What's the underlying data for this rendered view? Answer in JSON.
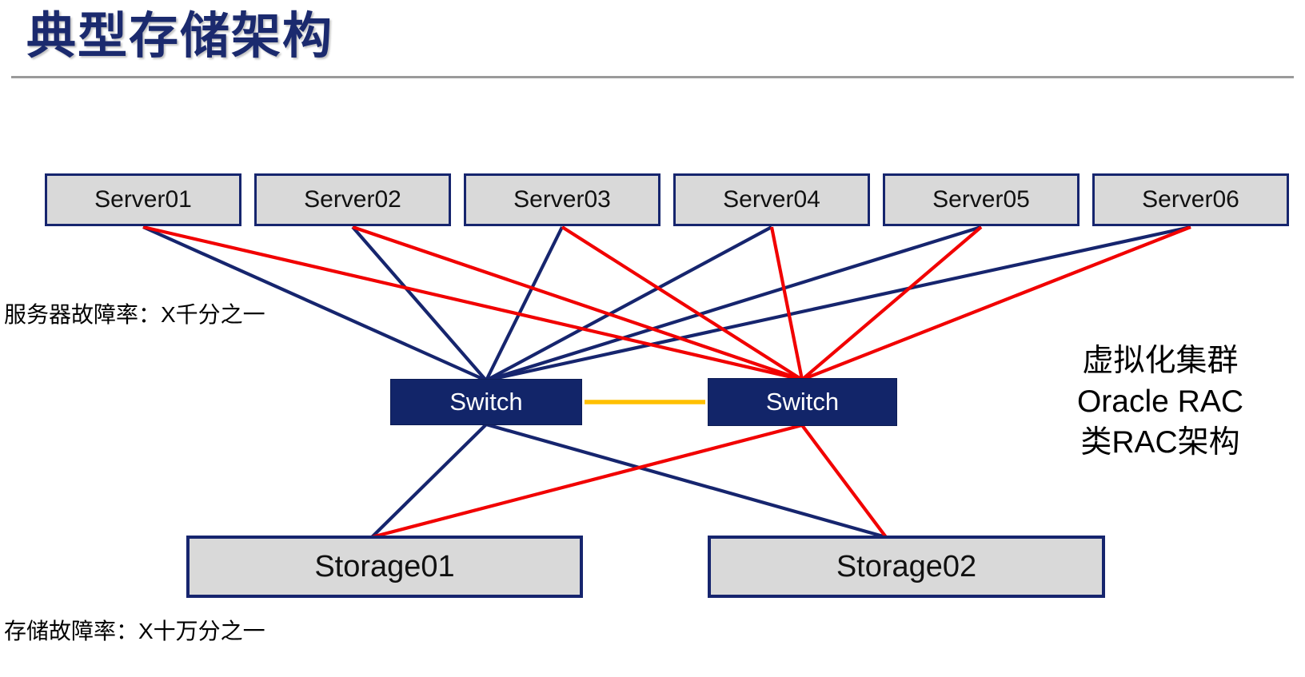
{
  "title": "典型存储架构",
  "annotations": {
    "server_failure_rate": "服务器故障率：X千分之一",
    "storage_failure_rate": "存储故障率：X十万分之一",
    "cluster_note_lines": [
      "虚拟化集群",
      "Oracle RAC",
      "类RAC架构"
    ]
  },
  "nodes": {
    "servers": [
      {
        "id": "server1",
        "label": "Server01"
      },
      {
        "id": "server2",
        "label": "Server02"
      },
      {
        "id": "server3",
        "label": "Server03"
      },
      {
        "id": "server4",
        "label": "Server04"
      },
      {
        "id": "server5",
        "label": "Server05"
      },
      {
        "id": "server6",
        "label": "Server06"
      }
    ],
    "switches": [
      {
        "id": "switchL",
        "label": "Switch"
      },
      {
        "id": "switchR",
        "label": "Switch"
      }
    ],
    "storages": [
      {
        "id": "storage1",
        "label": "Storage01"
      },
      {
        "id": "storage2",
        "label": "Storage02"
      }
    ]
  },
  "links": [
    {
      "from": "server1",
      "to": "switchL",
      "color": "navy"
    },
    {
      "from": "server2",
      "to": "switchL",
      "color": "navy"
    },
    {
      "from": "server3",
      "to": "switchL",
      "color": "navy"
    },
    {
      "from": "server4",
      "to": "switchL",
      "color": "navy"
    },
    {
      "from": "server5",
      "to": "switchL",
      "color": "navy"
    },
    {
      "from": "server6",
      "to": "switchL",
      "color": "navy"
    },
    {
      "from": "switchL",
      "to": "storage1",
      "color": "navy"
    },
    {
      "from": "switchL",
      "to": "storage2",
      "color": "navy"
    },
    {
      "from": "server1",
      "to": "switchR",
      "color": "red"
    },
    {
      "from": "server2",
      "to": "switchR",
      "color": "red"
    },
    {
      "from": "server3",
      "to": "switchR",
      "color": "red"
    },
    {
      "from": "server4",
      "to": "switchR",
      "color": "red"
    },
    {
      "from": "server5",
      "to": "switchR",
      "color": "red"
    },
    {
      "from": "server6",
      "to": "switchR",
      "color": "red"
    },
    {
      "from": "switchR",
      "to": "storage1",
      "color": "red"
    },
    {
      "from": "switchR",
      "to": "storage2",
      "color": "red"
    },
    {
      "from": "switchL",
      "to": "switchR",
      "color": "yellow"
    }
  ],
  "colors": {
    "navy": "#16256e",
    "red": "#f10000",
    "yellow": "#ffc000",
    "box_fill": "#d9d9d9",
    "title_navy": "#1b2a6e"
  }
}
